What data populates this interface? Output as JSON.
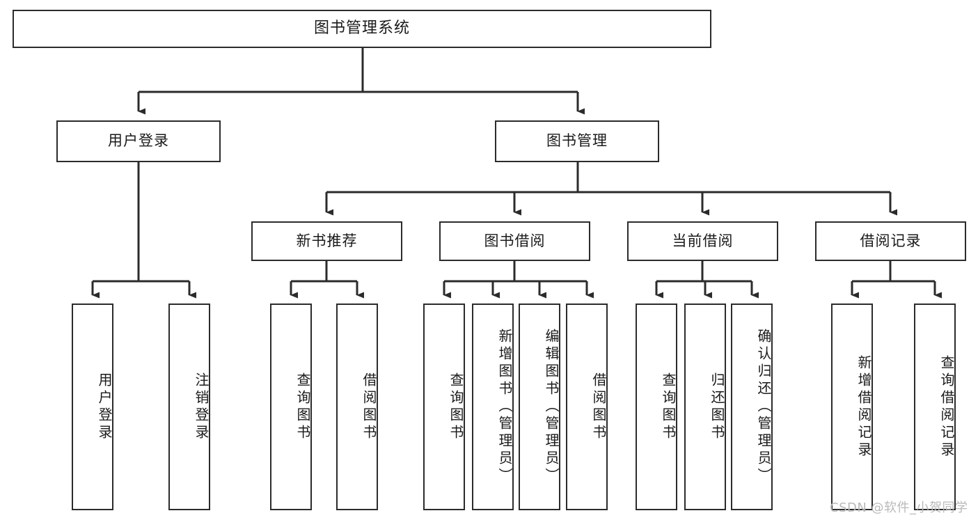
{
  "diagram": {
    "title": "图书管理系统",
    "type": "functional-structure-tree",
    "watermark": "CSDN @软件_小贺同学",
    "colors": {
      "box_border": "#2b2b2b",
      "box_fill": "#ffffff",
      "connector": "#2b2b2b",
      "text": "#1a1a1a",
      "watermark": "#b9b9b9",
      "background": "#ffffff"
    },
    "root": {
      "label": "图书管理系统"
    },
    "level2": [
      {
        "label": "用户登录"
      },
      {
        "label": "图书管理"
      }
    ],
    "level3": [
      {
        "label": "新书推荐"
      },
      {
        "label": "图书借阅"
      },
      {
        "label": "当前借阅"
      },
      {
        "label": "借阅记录"
      }
    ],
    "leaves": [
      {
        "label": "用户登录",
        "parent": "用户登录"
      },
      {
        "label": "注销登录",
        "parent": "用户登录"
      },
      {
        "label": "查询图书",
        "parent": "新书推荐"
      },
      {
        "label": "借阅图书",
        "parent": "新书推荐"
      },
      {
        "label": "查询图书",
        "parent": "图书借阅"
      },
      {
        "label": "新增图书（管理员）",
        "parent": "图书借阅"
      },
      {
        "label": "编辑图书（管理员）",
        "parent": "图书借阅"
      },
      {
        "label": "借阅图书",
        "parent": "图书借阅"
      },
      {
        "label": "查询图书",
        "parent": "当前借阅"
      },
      {
        "label": "归还图书",
        "parent": "当前借阅"
      },
      {
        "label": "确认归还（管理员）",
        "parent": "当前借阅"
      },
      {
        "label": "新增借阅记录",
        "parent": "借阅记录"
      },
      {
        "label": "查询借阅记录",
        "parent": "借阅记录"
      }
    ]
  }
}
